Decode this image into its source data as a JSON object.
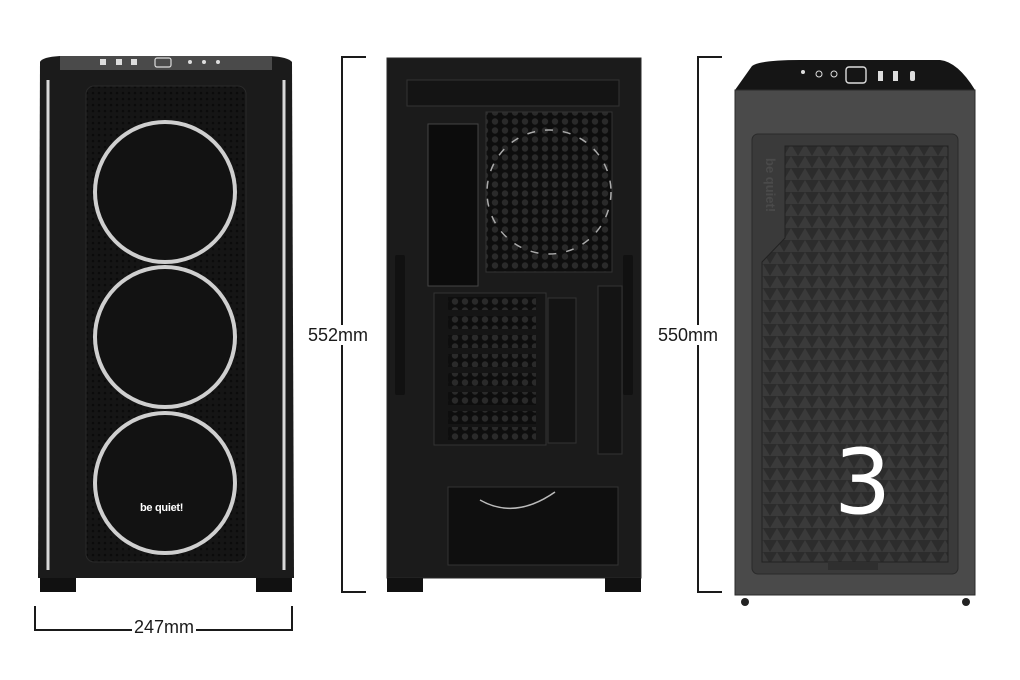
{
  "dimensions": {
    "width_label": "247mm",
    "height_left_label": "552mm",
    "height_right_label": "550mm"
  },
  "front_case": {
    "logo_text": "be quiet!"
  },
  "side_case": {
    "logo_text": "be quiet!",
    "overlay_number": "3"
  },
  "colors": {
    "case_body": "#1b1b1b",
    "ring_light": "#cfcfcf",
    "panel_gray": "#3a3a3a"
  }
}
